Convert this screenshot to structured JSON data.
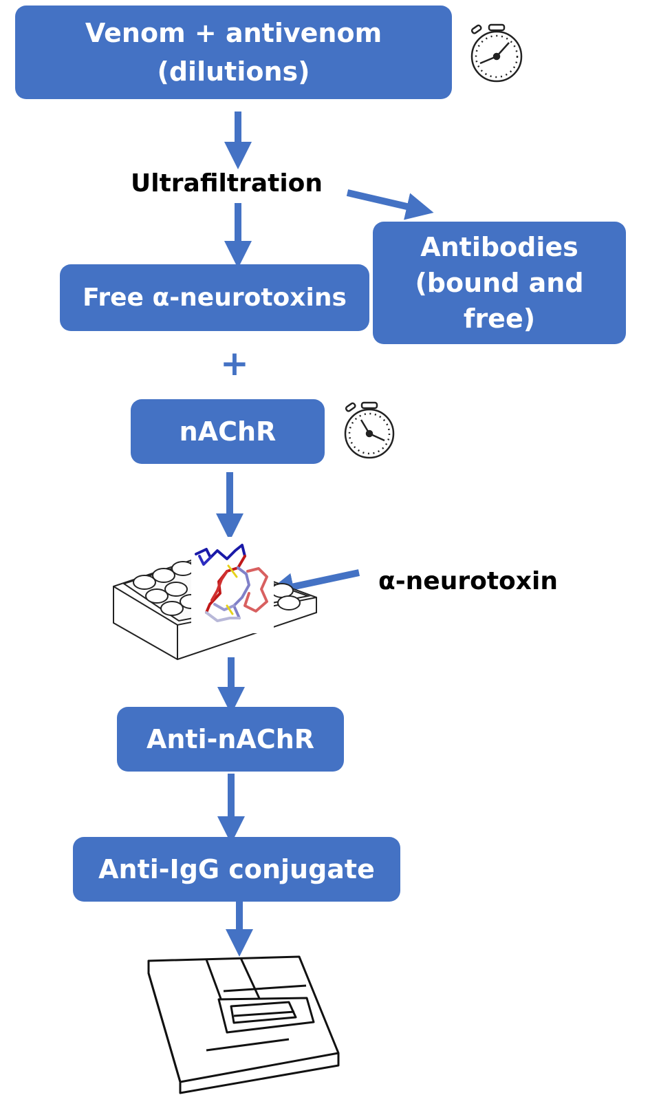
{
  "colors": {
    "box_fill": "#4472c4",
    "box_text": "#ffffff",
    "arrow": "#4472c4",
    "label_text": "#000000"
  },
  "steps": {
    "venom": {
      "line1": "Venom + antivenom",
      "line2": "(dilutions)"
    },
    "ultrafiltration": "Ultrafiltration",
    "antibodies": {
      "line1": "Antibodies",
      "line2": "(bound and",
      "line3": "free)"
    },
    "free_toxins": "Free α-neurotoxins",
    "plus": "+",
    "nachr": "nAChR",
    "toxin_label": "α-neurotoxin",
    "anti_nachr": "Anti-nAChR",
    "anti_igg": "Anti-IgG conjugate"
  },
  "icons": [
    "stopwatch-icon",
    "well-plate-icon",
    "protein-structure-icon",
    "plate-reader-icon"
  ]
}
